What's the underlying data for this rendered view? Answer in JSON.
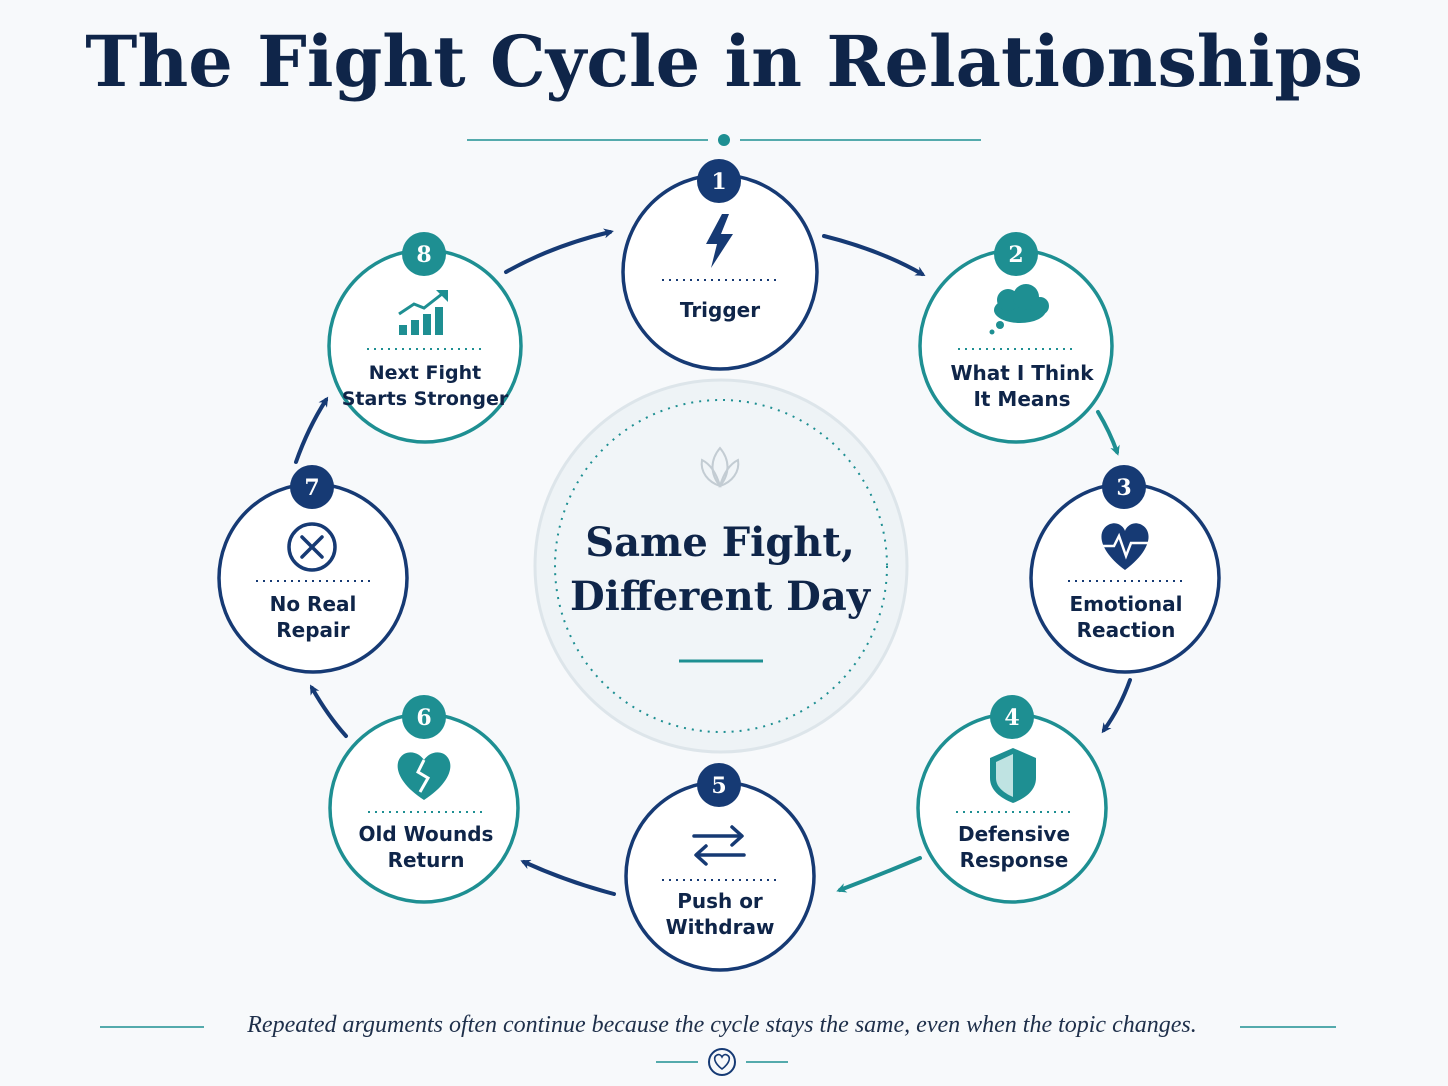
{
  "title": "The Fight Cycle in Relationships",
  "center": {
    "line1": "Same Fight,",
    "line2": "Different Day"
  },
  "steps": [
    {
      "number": "1",
      "line1": "Trigger",
      "line2": "",
      "icon": "lightning-bolt-icon",
      "accent": "#163a74"
    },
    {
      "number": "2",
      "line1": "What I Think",
      "line2": "It Means",
      "icon": "thought-cloud-icon",
      "accent": "#1e8f92"
    },
    {
      "number": "3",
      "line1": "Emotional",
      "line2": "Reaction",
      "icon": "heartbeat-heart-icon",
      "accent": "#163a74"
    },
    {
      "number": "4",
      "line1": "Defensive",
      "line2": "Response",
      "icon": "shield-icon",
      "accent": "#1e8f92"
    },
    {
      "number": "5",
      "line1": "Push or",
      "line2": "Withdraw",
      "icon": "swap-arrows-icon",
      "accent": "#163a74"
    },
    {
      "number": "6",
      "line1": "Old Wounds",
      "line2": "Return",
      "icon": "broken-heart-icon",
      "accent": "#1e8f92"
    },
    {
      "number": "7",
      "line1": "No Real",
      "line2": "Repair",
      "icon": "x-circle-icon",
      "accent": "#163a74"
    },
    {
      "number": "8",
      "line1": "Next Fight",
      "line2": "Starts Stronger",
      "icon": "growth-chart-icon",
      "accent": "#1e8f92"
    }
  ],
  "footer": "Repeated arguments often continue because the cycle stays the same, even when the topic changes.",
  "colors": {
    "navy": "#163a74",
    "teal": "#1e8f92",
    "text": "#0f2549",
    "background": "#f7f9fb"
  }
}
